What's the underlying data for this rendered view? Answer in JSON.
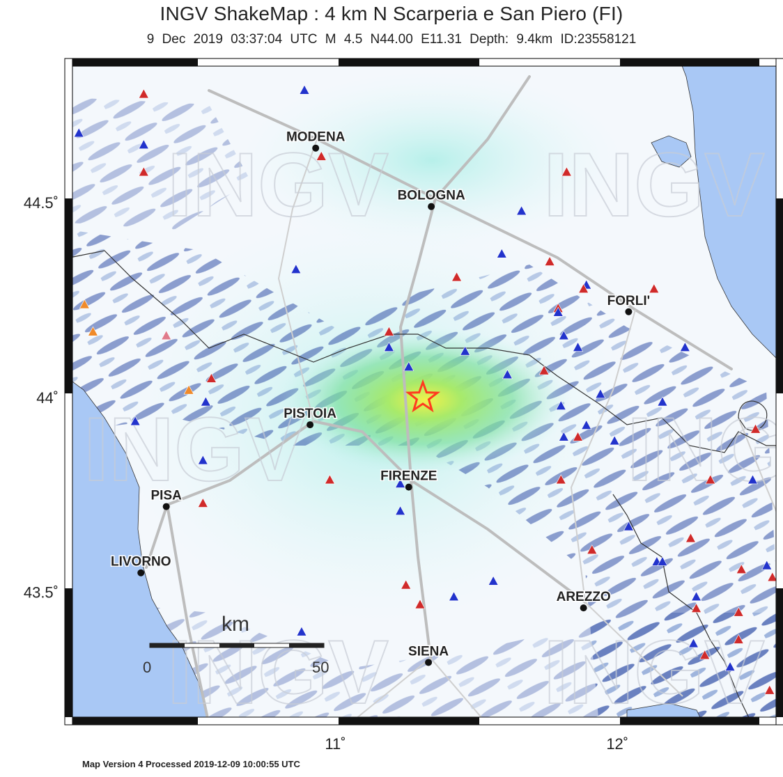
{
  "title": "INGV ShakeMap : 4 km N Scarperia e San Piero (FI)",
  "subtitle": "9 Dec 2019 03:37:04 UTC   M 4.5   N44.00 E11.31   Depth: 9.4km   ID:23558121",
  "footer": "Map Version 4 Processed 2019-12-09 10:00:55 UTC",
  "watermark": "INGV",
  "colors": {
    "sea": "#a9c8f5",
    "land": "#f4f8fc",
    "shading_dark": "#1f3f9e",
    "shading_mid": "#5fb0c4",
    "intensity_low": "#c8f3f0",
    "intensity_mid": "#7fe0a0",
    "intensity_high": "#e5f04a",
    "road": "#bdbdbd",
    "triangle_blue": "#2233cc",
    "triangle_red": "#d02a2a",
    "triangle_orange": "#f08a2a",
    "triangle_pink": "#e07a8a",
    "epicenter": "#ff3b1f"
  },
  "axes": {
    "lon_ticks": [
      {
        "value": 11,
        "label": "11˚"
      },
      {
        "value": 12,
        "label": "12˚"
      }
    ],
    "lat_ticks": [
      {
        "value": 44.5,
        "label": "44.5˚"
      },
      {
        "value": 44,
        "label": "44˚"
      },
      {
        "value": 43.5,
        "label": "43.5˚"
      }
    ],
    "lon_range": [
      10.04,
      12.59
    ],
    "lat_range": [
      43.16,
      44.87
    ]
  },
  "epicenter": {
    "lat": 44.0,
    "lon": 11.31
  },
  "cities": [
    {
      "name": "MODENA",
      "lat": 44.64,
      "lon": 10.93
    },
    {
      "name": "BOLOGNA",
      "lat": 44.49,
      "lon": 11.34
    },
    {
      "name": "FORLI'",
      "lat": 44.22,
      "lon": 12.04
    },
    {
      "name": "PISTOIA",
      "lat": 43.93,
      "lon": 10.91
    },
    {
      "name": "FIRENZE",
      "lat": 43.77,
      "lon": 11.26
    },
    {
      "name": "PISA",
      "lat": 43.72,
      "lon": 10.4
    },
    {
      "name": "LIVORNO",
      "lat": 43.55,
      "lon": 10.31
    },
    {
      "name": "AREZZO",
      "lat": 43.46,
      "lon": 11.88
    },
    {
      "name": "SIENA",
      "lat": 43.32,
      "lon": 11.33
    }
  ],
  "scale_bar": {
    "unit": "km",
    "labels": [
      "0",
      "50"
    ]
  },
  "stations": [
    {
      "lon": 10.32,
      "lat": 44.78,
      "color": "red"
    },
    {
      "lon": 10.89,
      "lat": 44.79,
      "color": "blue"
    },
    {
      "lon": 10.09,
      "lat": 44.68,
      "color": "blue"
    },
    {
      "lon": 10.32,
      "lat": 44.65,
      "color": "blue"
    },
    {
      "lon": 10.32,
      "lat": 44.58,
      "color": "red"
    },
    {
      "lon": 10.95,
      "lat": 44.62,
      "color": "red"
    },
    {
      "lon": 11.82,
      "lat": 44.58,
      "color": "red"
    },
    {
      "lon": 11.66,
      "lat": 44.48,
      "color": "blue"
    },
    {
      "lon": 11.59,
      "lat": 44.37,
      "color": "blue"
    },
    {
      "lon": 11.76,
      "lat": 44.35,
      "color": "red"
    },
    {
      "lon": 10.86,
      "lat": 44.33,
      "color": "blue"
    },
    {
      "lon": 11.43,
      "lat": 44.31,
      "color": "red"
    },
    {
      "lon": 11.89,
      "lat": 44.29,
      "color": "blue"
    },
    {
      "lon": 11.88,
      "lat": 44.28,
      "color": "red"
    },
    {
      "lon": 12.13,
      "lat": 44.28,
      "color": "red"
    },
    {
      "lon": 11.79,
      "lat": 44.23,
      "color": "red"
    },
    {
      "lon": 11.79,
      "lat": 44.22,
      "color": "blue"
    },
    {
      "lon": 10.11,
      "lat": 44.24,
      "color": "orange"
    },
    {
      "lon": 10.14,
      "lat": 44.17,
      "color": "orange"
    },
    {
      "lon": 10.4,
      "lat": 44.16,
      "color": "pink"
    },
    {
      "lon": 11.19,
      "lat": 44.17,
      "color": "red"
    },
    {
      "lon": 11.81,
      "lat": 44.16,
      "color": "blue"
    },
    {
      "lon": 11.19,
      "lat": 44.13,
      "color": "blue"
    },
    {
      "lon": 11.86,
      "lat": 44.13,
      "color": "blue"
    },
    {
      "lon": 12.24,
      "lat": 44.13,
      "color": "blue"
    },
    {
      "lon": 11.46,
      "lat": 44.12,
      "color": "blue"
    },
    {
      "lon": 11.26,
      "lat": 44.08,
      "color": "blue"
    },
    {
      "lon": 11.74,
      "lat": 44.07,
      "color": "red"
    },
    {
      "lon": 11.61,
      "lat": 44.06,
      "color": "blue"
    },
    {
      "lon": 10.56,
      "lat": 44.05,
      "color": "red"
    },
    {
      "lon": 10.48,
      "lat": 44.02,
      "color": "orange"
    },
    {
      "lon": 11.94,
      "lat": 44.01,
      "color": "blue"
    },
    {
      "lon": 10.54,
      "lat": 43.99,
      "color": "blue"
    },
    {
      "lon": 12.16,
      "lat": 43.99,
      "color": "blue"
    },
    {
      "lon": 11.8,
      "lat": 43.98,
      "color": "blue"
    },
    {
      "lon": 10.29,
      "lat": 43.94,
      "color": "blue"
    },
    {
      "lon": 11.89,
      "lat": 43.93,
      "color": "blue"
    },
    {
      "lon": 12.49,
      "lat": 43.92,
      "color": "red"
    },
    {
      "lon": 11.81,
      "lat": 43.9,
      "color": "blue"
    },
    {
      "lon": 11.86,
      "lat": 43.9,
      "color": "red"
    },
    {
      "lon": 11.99,
      "lat": 43.89,
      "color": "blue"
    },
    {
      "lon": 10.53,
      "lat": 43.84,
      "color": "blue"
    },
    {
      "lon": 10.98,
      "lat": 43.79,
      "color": "red"
    },
    {
      "lon": 11.8,
      "lat": 43.79,
      "color": "red"
    },
    {
      "lon": 12.33,
      "lat": 43.79,
      "color": "red"
    },
    {
      "lon": 12.48,
      "lat": 43.79,
      "color": "blue"
    },
    {
      "lon": 11.23,
      "lat": 43.78,
      "color": "blue"
    },
    {
      "lon": 10.53,
      "lat": 43.73,
      "color": "red"
    },
    {
      "lon": 11.23,
      "lat": 43.71,
      "color": "blue"
    },
    {
      "lon": 12.04,
      "lat": 43.67,
      "color": "blue"
    },
    {
      "lon": 12.26,
      "lat": 43.64,
      "color": "red"
    },
    {
      "lon": 11.91,
      "lat": 43.61,
      "color": "red"
    },
    {
      "lon": 12.14,
      "lat": 43.58,
      "color": "blue"
    },
    {
      "lon": 12.16,
      "lat": 43.58,
      "color": "blue"
    },
    {
      "lon": 12.53,
      "lat": 43.57,
      "color": "blue"
    },
    {
      "lon": 12.44,
      "lat": 43.56,
      "color": "red"
    },
    {
      "lon": 12.55,
      "lat": 43.54,
      "color": "red"
    },
    {
      "lon": 11.56,
      "lat": 43.53,
      "color": "blue"
    },
    {
      "lon": 11.25,
      "lat": 43.52,
      "color": "red"
    },
    {
      "lon": 11.42,
      "lat": 43.49,
      "color": "blue"
    },
    {
      "lon": 12.28,
      "lat": 43.49,
      "color": "blue"
    },
    {
      "lon": 11.3,
      "lat": 43.47,
      "color": "red"
    },
    {
      "lon": 12.28,
      "lat": 43.46,
      "color": "red"
    },
    {
      "lon": 12.43,
      "lat": 43.45,
      "color": "red"
    },
    {
      "lon": 10.88,
      "lat": 43.4,
      "color": "blue"
    },
    {
      "lon": 12.43,
      "lat": 43.38,
      "color": "red"
    },
    {
      "lon": 12.27,
      "lat": 43.37,
      "color": "blue"
    },
    {
      "lon": 12.31,
      "lat": 43.34,
      "color": "red"
    },
    {
      "lon": 12.4,
      "lat": 43.31,
      "color": "blue"
    },
    {
      "lon": 12.54,
      "lat": 43.25,
      "color": "red"
    }
  ]
}
